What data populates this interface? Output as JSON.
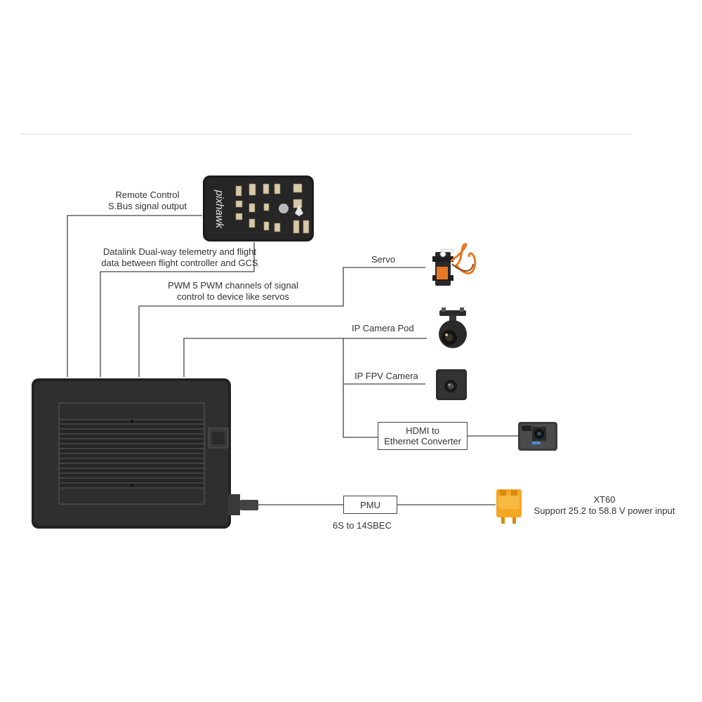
{
  "labels": {
    "remote_control": "Remote Control",
    "remote_control_desc": "S.Bus signal output",
    "datalink_1": "Datalink Dual-way telemetry and flight",
    "datalink_2": "data between flight controller and GCS",
    "pwm_1": "PWM 5 PWM channels of signal",
    "pwm_2": "control to device like servos",
    "servo": "Servo",
    "ip_camera_pod": "IP Camera Pod",
    "ip_fpv_camera": "IP FPV Camera",
    "hdmi_1": "HDMI to",
    "hdmi_2": "Ethernet Converter",
    "pmu": "PMU",
    "pmu_desc": "6S to 14SBEC",
    "xt60": "XT60",
    "xt60_desc": "Support 25.2 to 58.8 V power input"
  },
  "flight_controller": {
    "brand": "pixhawk"
  },
  "colors": {
    "line": "#444444",
    "device_body": "#2b2b2b",
    "xt60_orange": "#f5a623",
    "servo_orange": "#e87722",
    "divider": "#e6e6e6"
  }
}
